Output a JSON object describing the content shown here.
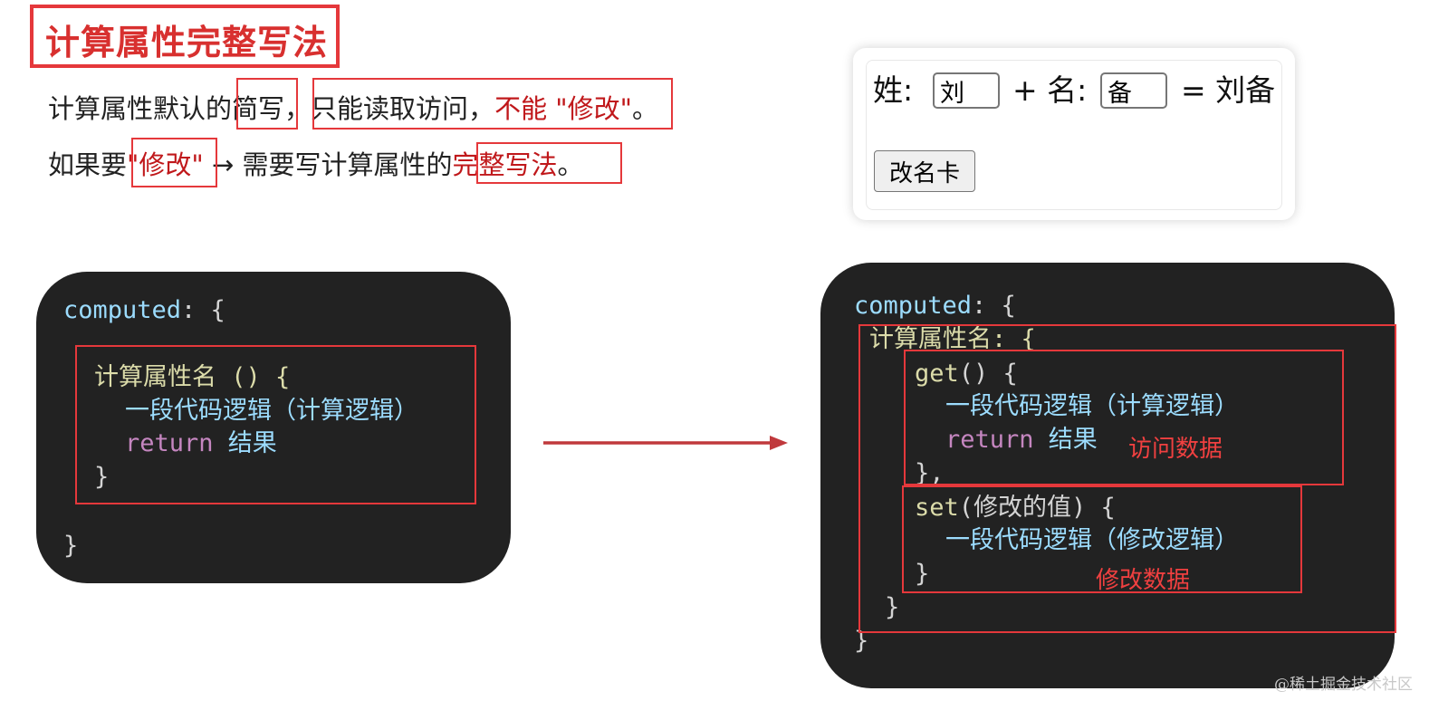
{
  "title": "计算属性完整写法",
  "desc": {
    "line1": {
      "a": "计算属性默认的",
      "b": "简写",
      "c": "，",
      "d": "只能读取访问，",
      "e": "不能 \"修改\"",
      "f": "。"
    },
    "line2": {
      "a": "如果要",
      "b": "\"修改\"",
      "c": " → 需要写计算属性的",
      "d": "完整写法",
      "e": "。"
    }
  },
  "demo": {
    "last_label": "姓:",
    "last_value": "刘",
    "plus_first_label": "+ 名:",
    "first_value": "备",
    "result": "= 刘备",
    "button_label": "改名卡"
  },
  "code_left": {
    "l1_key": "computed",
    "l1_rest": ": {",
    "l2": "计算属性名 () {",
    "l3": "一段代码逻辑（计算逻辑）",
    "l4_kw": "return",
    "l4_val": " 结果",
    "l5": "}",
    "l6": "}"
  },
  "code_right": {
    "l1_key": "computed",
    "l1_rest": ": {",
    "l2": "计算属性名: {",
    "l3_fn": "get",
    "l3_rest": "() {",
    "l4": "一段代码逻辑（计算逻辑）",
    "l5_kw": "return",
    "l5_val": " 结果",
    "l6": "},",
    "l7_fn": "set",
    "l7_rest": "(修改的值) {",
    "l8": "一段代码逻辑（修改逻辑）",
    "l9": "}",
    "l10": "}",
    "l11": "}",
    "note_get": "访问数据",
    "note_set": "修改数据"
  },
  "watermark": "@稀土掘金技术社区",
  "colors": {
    "accent_red": "#e5383b",
    "code_bg": "#222222",
    "arrow": "#c0393c"
  }
}
